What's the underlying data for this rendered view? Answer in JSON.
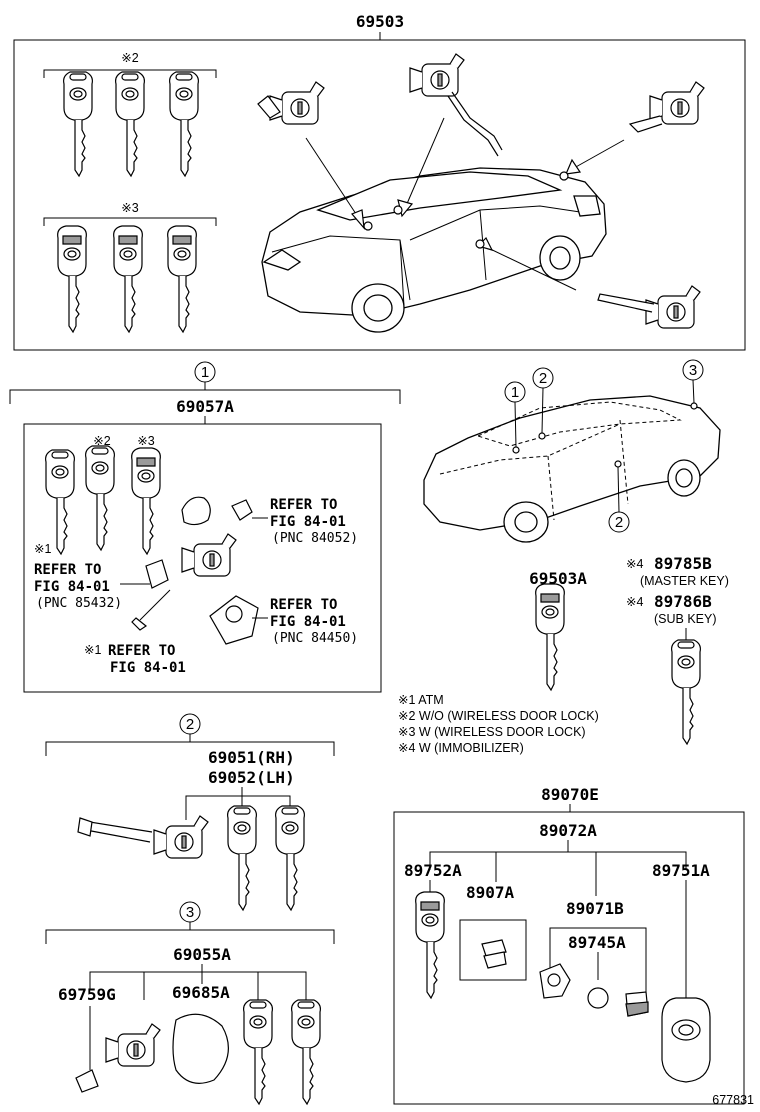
{
  "top_section": {
    "part_number": "69503",
    "group_mark_2": "※2",
    "group_mark_3": "※3"
  },
  "section_1": {
    "circle_label": "1",
    "part_number": "69057A",
    "mark_2": "※2",
    "mark_3": "※3",
    "mark_1a": "※1",
    "ref_a_line1": "REFER TO",
    "ref_a_line2": "FIG 84-01",
    "ref_a_pnc": "(PNC 84052)",
    "ref_b_line1": "REFER TO",
    "ref_b_line2": "FIG 84-01",
    "ref_b_pnc": "(PNC 85432)",
    "ref_c_line1": "REFER TO",
    "ref_c_line2": "FIG 84-01",
    "ref_c_pnc": "(PNC 84450)",
    "ref_d_mark": "※1",
    "ref_d_line1": "REFER TO",
    "ref_d_line2": "FIG 84-01"
  },
  "locator_car": {
    "callout_1": "1",
    "callout_2a": "2",
    "callout_2b": "2",
    "callout_3": "3"
  },
  "keys_right": {
    "key_part": "69503A",
    "mark_4a": "※4",
    "master_part": "89785B",
    "master_label": "(MASTER KEY)",
    "mark_4b": "※4",
    "sub_part": "89786B",
    "sub_label": "(SUB KEY)"
  },
  "notes": [
    "※1  ATM",
    "※2  W/O (WIRELESS DOOR LOCK)",
    "※3  W (WIRELESS DOOR LOCK)",
    "※4  W (IMMOBILIZER)"
  ],
  "section_2": {
    "circle_label": "2",
    "part_rh": "69051(RH)",
    "part_lh": "69052(LH)"
  },
  "section_3": {
    "circle_label": "3",
    "part_number": "69055A",
    "sub_left": "69759G",
    "sub_right": "69685A"
  },
  "transponder": {
    "assembly": "89070E",
    "sub_assembly": "89072A",
    "left_part": "89752A",
    "mid_part": "8907A",
    "right_part": "89751A",
    "case_part": "89071B",
    "battery_part": "89745A"
  },
  "figure_id": "677831"
}
